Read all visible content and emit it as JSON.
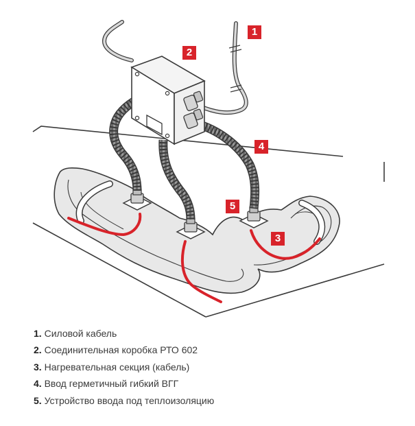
{
  "markers": {
    "m1": "1",
    "m2": "2",
    "m3": "3",
    "m4": "4",
    "m5": "5"
  },
  "legend": [
    {
      "num": "1.",
      "text": "Силовой кабель"
    },
    {
      "num": "2.",
      "text": "Соединительная коробка РТО 602"
    },
    {
      "num": "3.",
      "text": "Нагревательная секция (кабель)"
    },
    {
      "num": "4.",
      "text": "Ввод герметичный гибкий ВГГ"
    },
    {
      "num": "5.",
      "text": "Устройство ввода под теплоизоляцию"
    }
  ],
  "colors": {
    "accent_red": "#d8232a",
    "line": "#3a3a3a",
    "fill_grey": "#e8e8e8"
  }
}
